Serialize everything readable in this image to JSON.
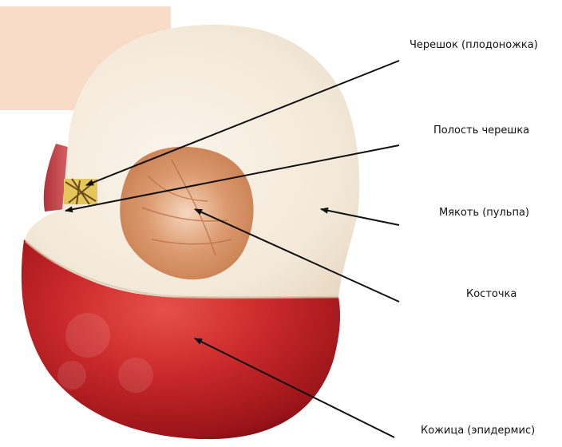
{
  "labels": {
    "stem": "Черешок (плодоножка)",
    "stem_cavity": "Полость черешка",
    "flesh": "Мякоть (пульпа)",
    "pit": "Косточка",
    "skin": "Кожица (эпидермис)"
  },
  "colors": {
    "corner_block": "#f9dcc8",
    "skin_red": "#c8282a",
    "skin_dark": "#8e1016",
    "flesh": "#f3e9d9",
    "pit_cavity": "#cf8a5c",
    "arrow": "#111111"
  }
}
